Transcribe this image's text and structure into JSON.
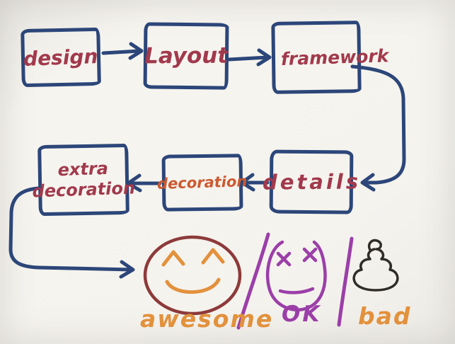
{
  "photo": {
    "description_label": "hand-drawn web design workflow sketch",
    "colors": {
      "paper": "#f5f3ee",
      "ink_blue": "#2c4679",
      "ink_red": "#a2394c",
      "ink_orange_red": "#cd5a30",
      "ink_orange": "#e2913c",
      "ink_purple": "#9b3fa8",
      "ink_maroon": "#8d3a3a",
      "ink_black": "#2f2c2a"
    }
  },
  "flow": {
    "boxes": [
      {
        "label": "design"
      },
      {
        "label": "Layout"
      },
      {
        "label": "framework"
      },
      {
        "label": "details"
      },
      {
        "label": "decoration"
      },
      {
        "label": "extra\ndecoration"
      }
    ]
  },
  "ratings": [
    {
      "label": "awesome"
    },
    {
      "label": "OK"
    },
    {
      "label": "bad"
    }
  ]
}
